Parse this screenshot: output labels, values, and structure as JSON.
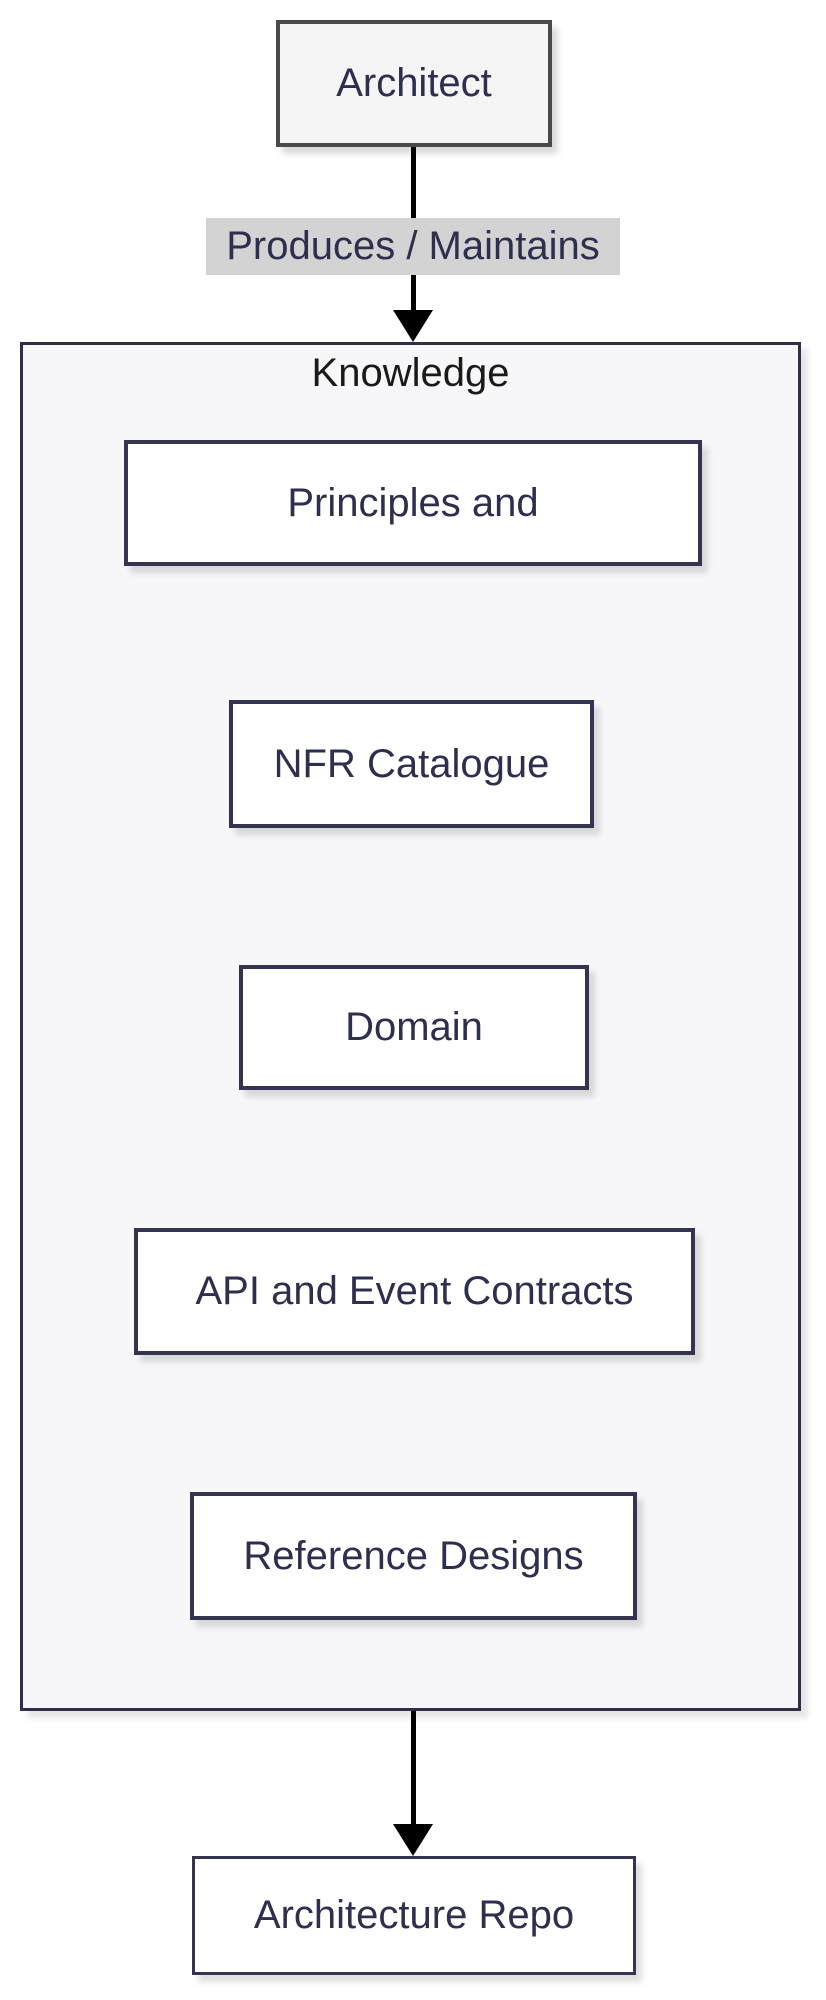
{
  "diagram": {
    "type": "flowchart-top-down",
    "nodes": {
      "architect": {
        "label": "Architect"
      },
      "architecture_repo": {
        "label": "Architecture Repo"
      }
    },
    "edge_label": "Produces / Maintains",
    "knowledge_cluster": {
      "title": "Knowledge",
      "items": [
        "Principles and",
        "NFR Catalogue",
        "Domain",
        "API and Event Contracts",
        "Reference Designs"
      ]
    },
    "colors": {
      "page_background": "#ffffff",
      "architect_fill": "#f5f5f5",
      "architect_border": "#4a4a4a",
      "cluster_fill": "#f7f7f9",
      "navy_border": "#2f2f4a",
      "item_fill": "#ffffff",
      "node_text": "#2e2e4f",
      "cluster_title_text": "#1a1a1a",
      "edge_label_background": "#d3d3d3",
      "arrow": "#000000"
    }
  }
}
